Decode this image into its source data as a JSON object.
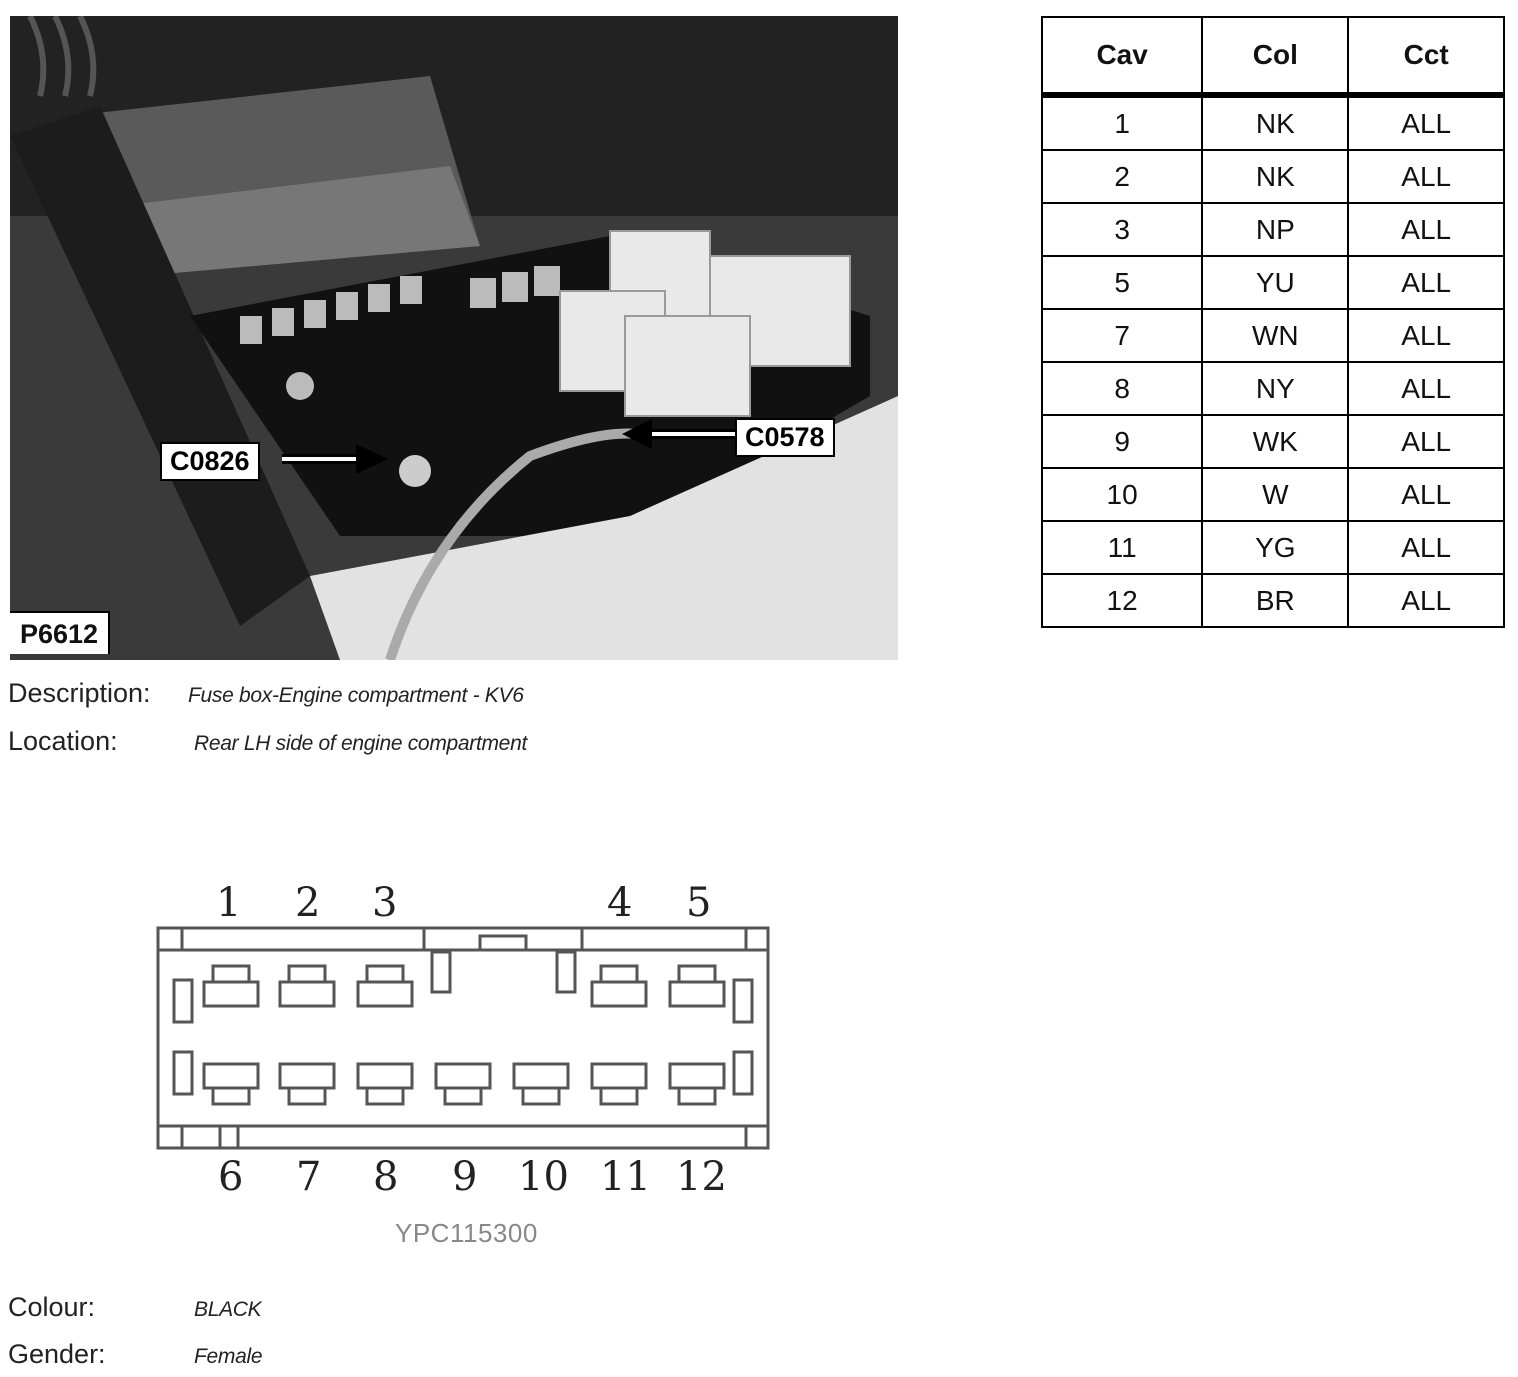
{
  "photo": {
    "id_label": "P6612",
    "callouts": {
      "left": "C0826",
      "right": "C0578"
    }
  },
  "table": {
    "headers": [
      "Cav",
      "Col",
      "Cct"
    ],
    "rows": [
      [
        "1",
        "NK",
        "ALL"
      ],
      [
        "2",
        "NK",
        "ALL"
      ],
      [
        "3",
        "NP",
        "ALL"
      ],
      [
        "5",
        "YU",
        "ALL"
      ],
      [
        "7",
        "WN",
        "ALL"
      ],
      [
        "8",
        "NY",
        "ALL"
      ],
      [
        "9",
        "WK",
        "ALL"
      ],
      [
        "10",
        "W",
        "ALL"
      ],
      [
        "11",
        "YG",
        "ALL"
      ],
      [
        "12",
        "BR",
        "ALL"
      ]
    ]
  },
  "info": {
    "description_label": "Description:",
    "description_value": "Fuse box-Engine compartment - KV6",
    "location_label": "Location:",
    "location_value": "Rear LH side of engine compartment",
    "colour_label": "Colour:",
    "colour_value": "BLACK",
    "gender_label": "Gender:",
    "gender_value": "Female"
  },
  "connector": {
    "top_pins": [
      "1",
      "2",
      "3",
      "4",
      "5"
    ],
    "bottom_pins": [
      "6",
      "7",
      "8",
      "9",
      "10",
      "11",
      "12"
    ],
    "part_number": "YPC115300"
  }
}
